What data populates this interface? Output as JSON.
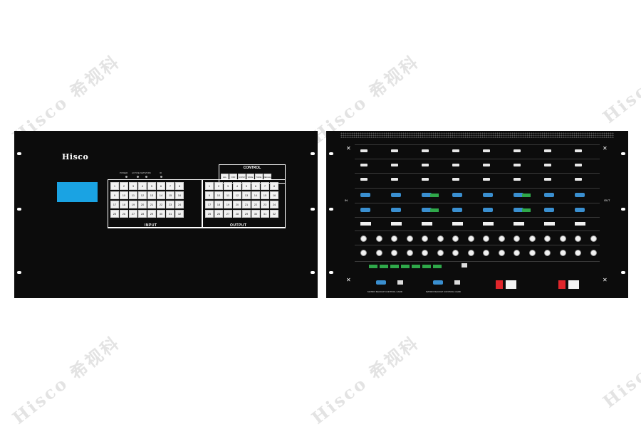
{
  "watermark": {
    "latin": "Hisco",
    "chinese": "希视科"
  },
  "front_panel": {
    "brand": "Hisco",
    "indicators": [
      "POWER",
      "ACTIVE NETWORK",
      "IR"
    ],
    "input_keys": [
      "1",
      "2",
      "3",
      "4",
      "5",
      "6",
      "7",
      "8",
      "9",
      "10",
      "11",
      "12",
      "13",
      "14",
      "15",
      "16",
      "17",
      "18",
      "19",
      "20",
      "21",
      "22",
      "23",
      "24",
      "25",
      "26",
      "27",
      "28",
      "29",
      "30",
      "31",
      "32"
    ],
    "output_keys": [
      "1",
      "2",
      "3",
      "4",
      "5",
      "6",
      "7",
      "8",
      "9",
      "10",
      "11",
      "12",
      "13",
      "14",
      "15",
      "16",
      "17",
      "18",
      "19",
      "20",
      "21",
      "22",
      "23",
      "24",
      "25",
      "26",
      "27",
      "28",
      "29",
      "30",
      "31",
      "32"
    ],
    "input_label": "INPUT",
    "output_label": "OUTPUT",
    "control": {
      "title": "CONTROL",
      "keys": [
        "ALL",
        "OFF",
        "CONV",
        "SAVE",
        "TAKE",
        "RECALL"
      ]
    }
  },
  "rear_panel": {
    "left_side_label": "IN",
    "right_side_label": "OUT",
    "bottom_labels": [
      "MATRIX BACKUP CONTROL CARD",
      "MATRIX BACKUP CONTROL CARD"
    ]
  }
}
